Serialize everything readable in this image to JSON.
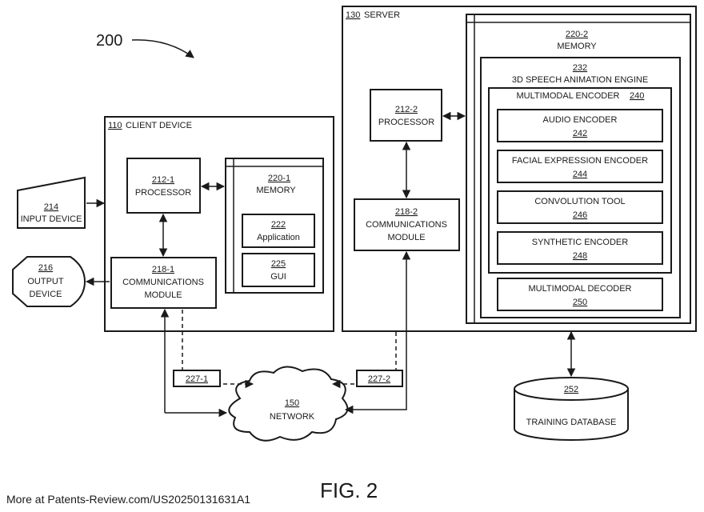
{
  "figure_ref": "200",
  "figure_label": "FIG. 2",
  "footer": "More at Patents-Review.com/US20250131631A1",
  "client_device": {
    "ref": "110",
    "label": "CLIENT DEVICE"
  },
  "server": {
    "ref": "130",
    "label": "SERVER"
  },
  "processor_1": {
    "ref": "212-1",
    "label": "PROCESSOR"
  },
  "processor_2": {
    "ref": "212-2",
    "label": "PROCESSOR"
  },
  "memory_1": {
    "ref": "220-1",
    "label": "MEMORY"
  },
  "memory_2": {
    "ref": "220-2",
    "label": "MEMORY"
  },
  "application": {
    "ref": "222",
    "label": "Application"
  },
  "gui": {
    "ref": "225",
    "label": "GUI"
  },
  "comm_1": {
    "ref": "218-1",
    "line1": "COMMUNICATIONS",
    "line2": "MODULE"
  },
  "comm_2": {
    "ref": "218-2",
    "line1": "COMMUNICATIONS",
    "line2": "MODULE"
  },
  "input_device": {
    "ref": "214",
    "label": "INPUT DEVICE"
  },
  "output_device": {
    "ref": "216",
    "line1": "OUTPUT",
    "line2": "DEVICE"
  },
  "engine": {
    "ref": "232",
    "label": "3D SPEECH ANIMATION ENGINE"
  },
  "multimodal_encoder": {
    "ref": "240",
    "label": "MULTIMODAL ENCODER"
  },
  "audio_encoder": {
    "ref": "242",
    "label": "AUDIO ENCODER"
  },
  "facial_encoder": {
    "ref": "244",
    "label": "FACIAL EXPRESSION ENCODER"
  },
  "convolution_tool": {
    "ref": "246",
    "label": "CONVOLUTION TOOL"
  },
  "synthetic_encoder": {
    "ref": "248",
    "label": "SYNTHETIC ENCODER"
  },
  "multimodal_decoder": {
    "ref": "250",
    "label": "MULTIMODAL DECODER"
  },
  "training_db": {
    "ref": "252",
    "label": "TRAINING DATABASE"
  },
  "network": {
    "ref": "150",
    "label": "NETWORK"
  },
  "link_1": {
    "ref": "227-1"
  },
  "link_2": {
    "ref": "227-2"
  }
}
